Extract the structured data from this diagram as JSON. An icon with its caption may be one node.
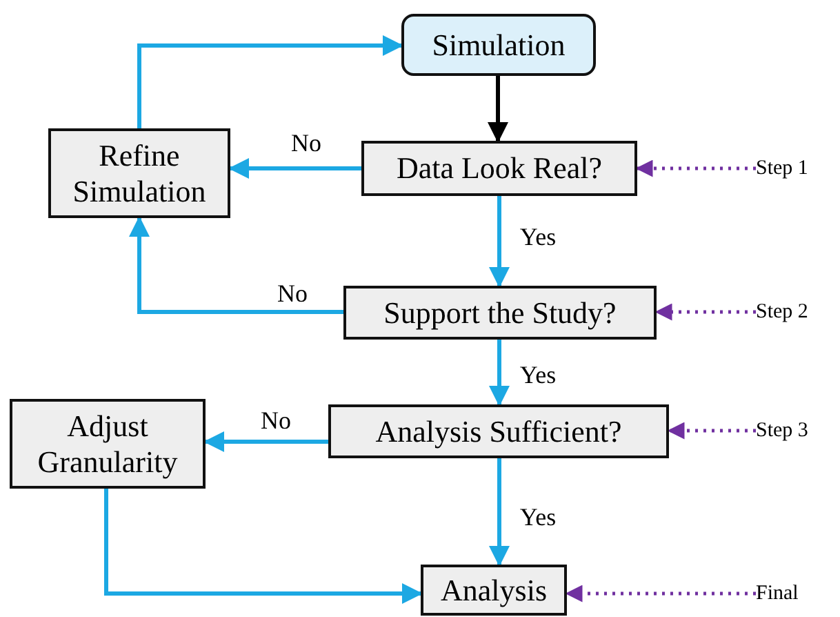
{
  "diagram": {
    "nodes": [
      {
        "text": [
          "Simulation"
        ]
      },
      {
        "text": [
          "Refine Simulation"
        ]
      },
      {
        "text": [
          "Data Look Real?"
        ]
      },
      {
        "text": [
          "Support the Study?"
        ]
      },
      {
        "text": [
          "Adjust Granularity"
        ]
      },
      {
        "text": [
          "Analysis Sufficient?"
        ]
      },
      {
        "text": [
          "Analysis"
        ]
      },
      {
        "text": [
          "Step 1"
        ]
      },
      {
        "text": [
          "Step 2"
        ]
      },
      {
        "text": [
          "Step 3"
        ]
      },
      {
        "text": [
          "Final"
        ]
      }
    ],
    "edges": [
      {
        "from": 0,
        "to": 2,
        "arrow": "to",
        "color": "#000000"
      },
      {
        "from": 2,
        "to": 1,
        "arrow": "to",
        "label": "No"
      },
      {
        "from": 2,
        "to": 3,
        "arrow": "to",
        "label": "Yes"
      },
      {
        "from": 3,
        "to": 1,
        "arrow": "to",
        "label": "No"
      },
      {
        "from": 1,
        "to": 0,
        "arrow": "to"
      },
      {
        "from": 3,
        "to": 5,
        "arrow": "to",
        "label": "Yes"
      },
      {
        "from": 5,
        "to": 4,
        "arrow": "to",
        "label": "No"
      },
      {
        "from": 5,
        "to": 6,
        "arrow": "to",
        "label": "Yes"
      },
      {
        "from": 4,
        "to": 6,
        "arrow": "to"
      },
      {
        "from": 7,
        "to": 2,
        "arrow": "to",
        "style": "dashed",
        "color": "#7030a0"
      },
      {
        "from": 8,
        "to": 3,
        "arrow": "to",
        "style": "dashed",
        "color": "#7030a0"
      },
      {
        "from": 9,
        "to": 5,
        "arrow": "to",
        "style": "dashed",
        "color": "#7030a0"
      },
      {
        "from": 10,
        "to": 6,
        "arrow": "to",
        "style": "dashed",
        "color": "#7030a0"
      }
    ]
  }
}
